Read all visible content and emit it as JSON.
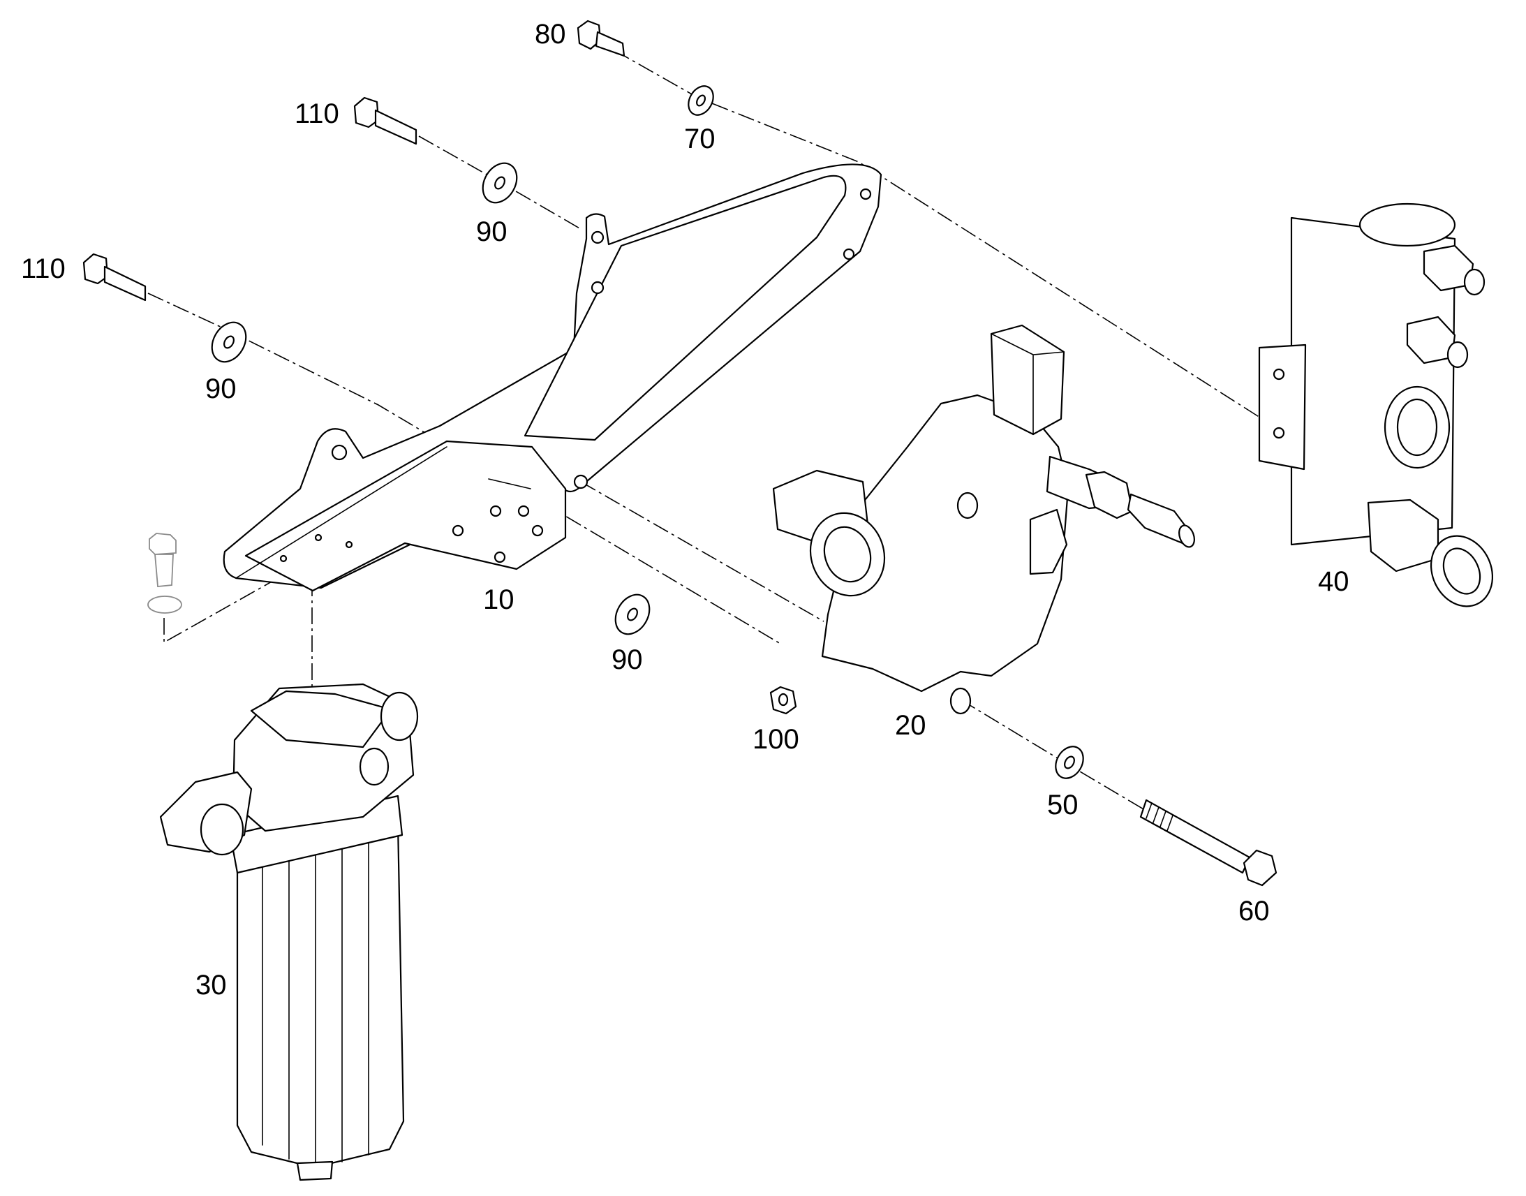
{
  "diagram": {
    "callouts": {
      "c80": "80",
      "c70": "70",
      "c110_upper": "110",
      "c90_upper": "90",
      "c110_lower": "110",
      "c90_left": "90",
      "c10": "10",
      "c90_lower": "90",
      "c100": "100",
      "c20": "20",
      "c50": "50",
      "c60": "60",
      "c40": "40",
      "c30": "30"
    },
    "colors": {
      "line": "#000000",
      "background": "#ffffff",
      "ghost_part": "#8a8a8a"
    }
  }
}
